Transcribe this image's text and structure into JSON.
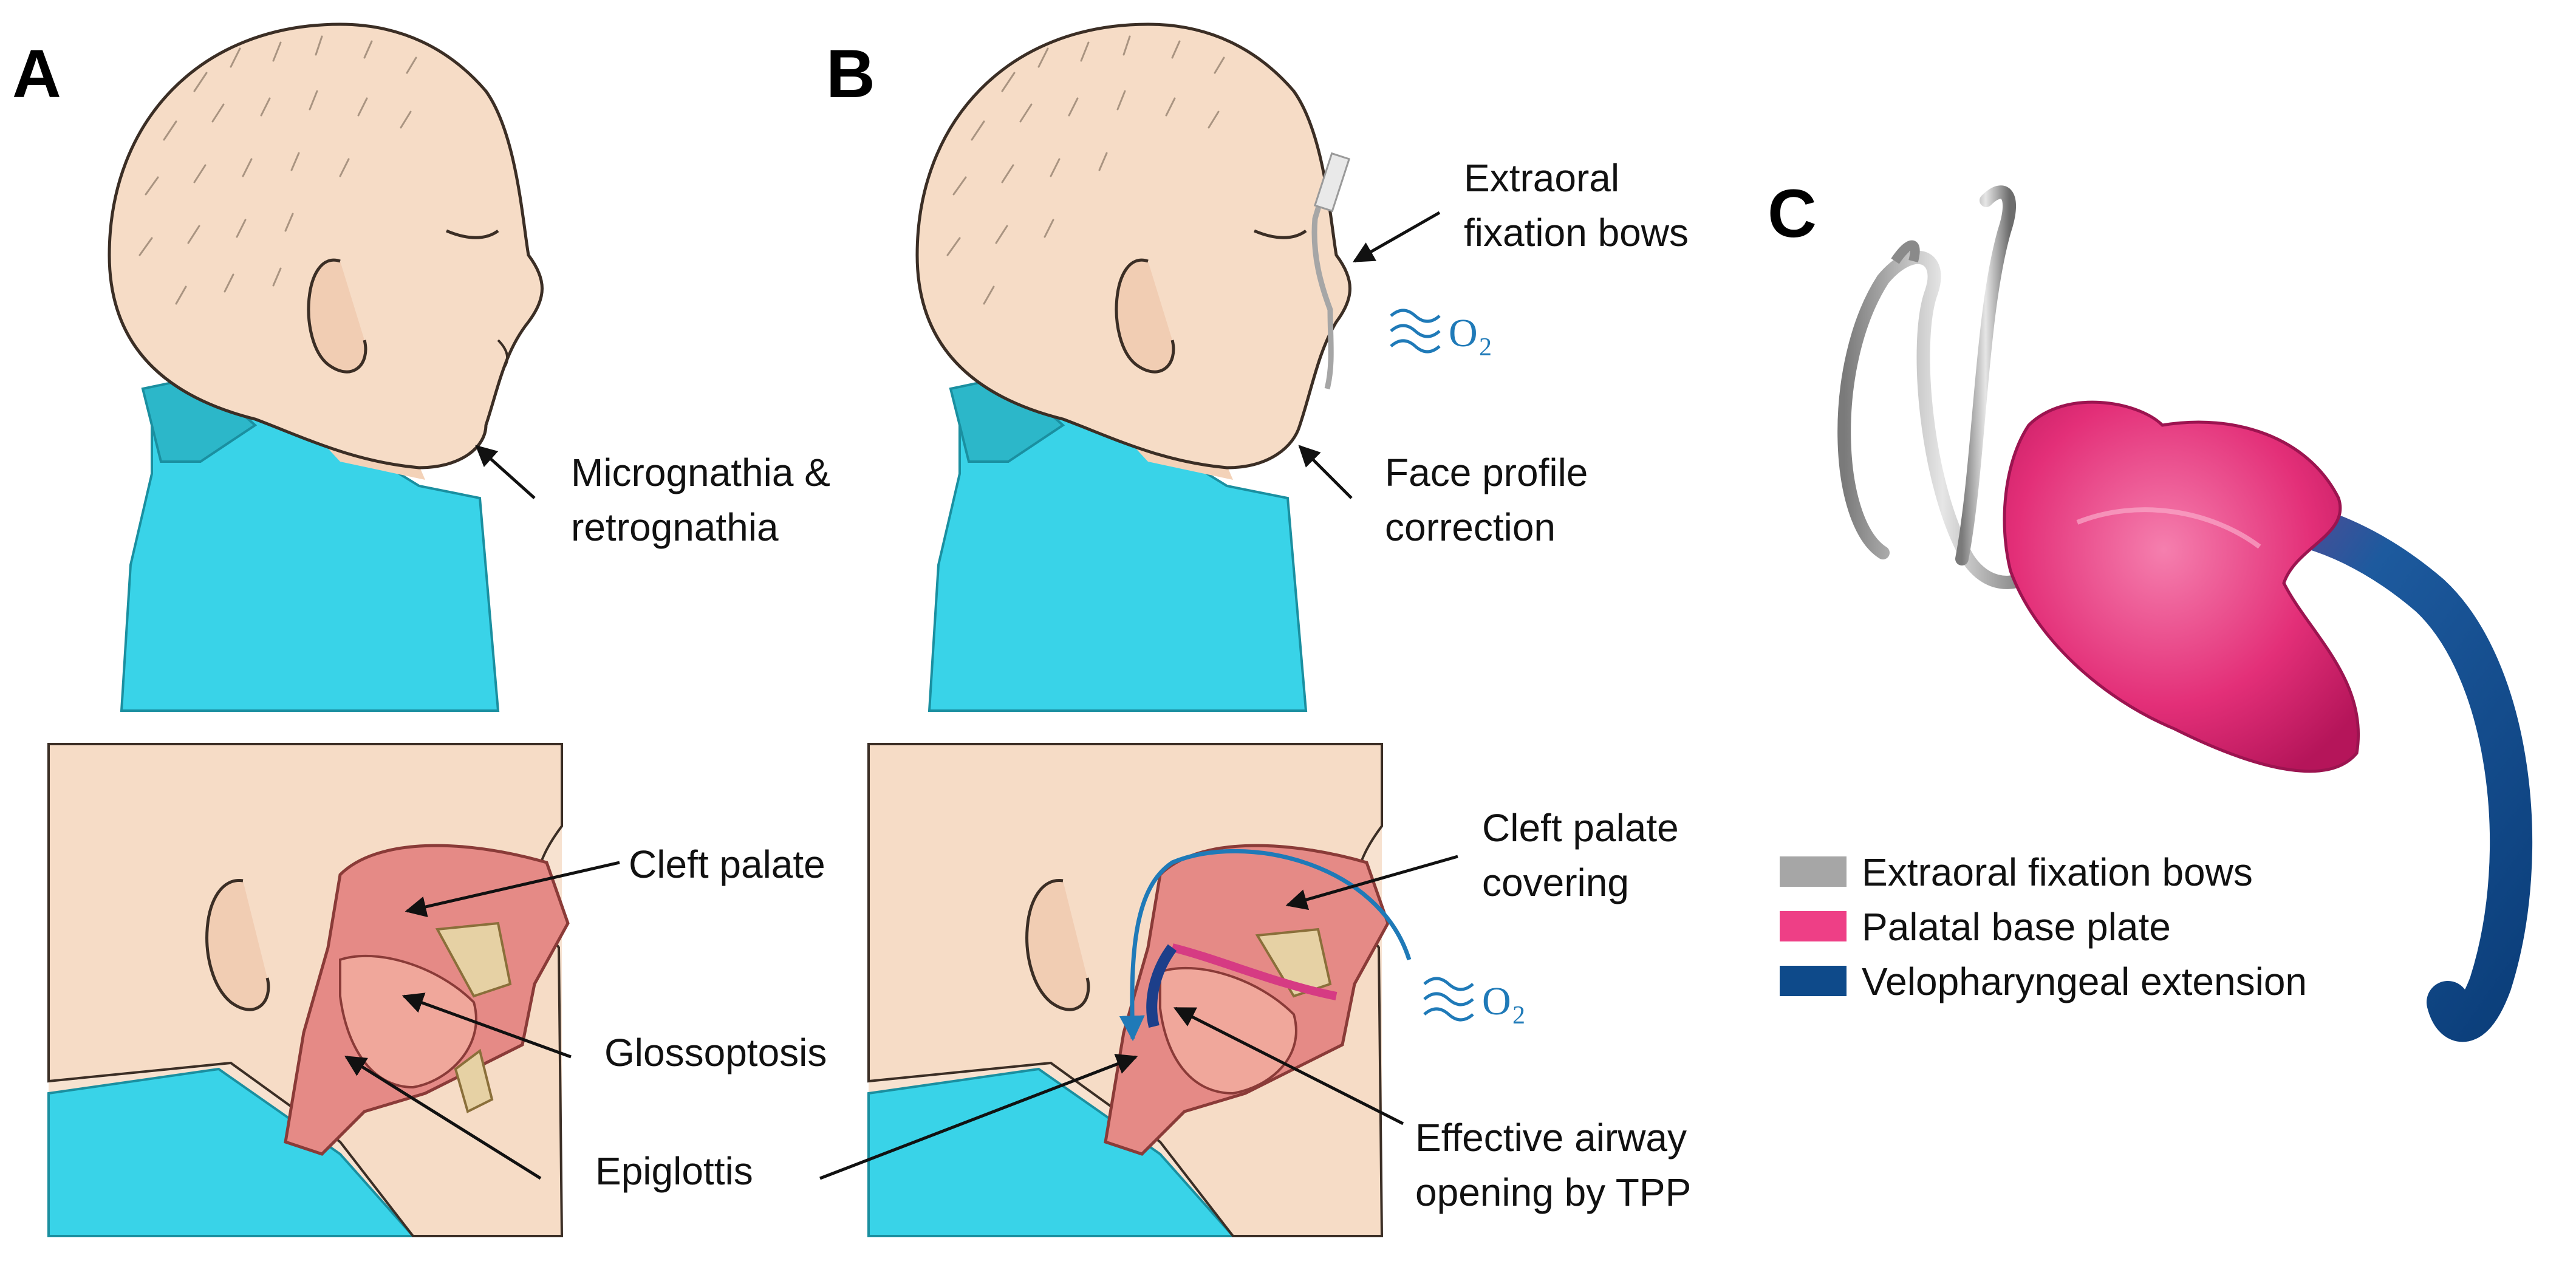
{
  "panels": {
    "a": {
      "letter": "A",
      "top_callout": [
        "Micrognathia &",
        "retrognathia"
      ],
      "bottom_callouts": {
        "cleft_palate": "Cleft palate",
        "glossoptosis": "Glossoptosis",
        "epiglottis": "Epiglottis"
      }
    },
    "b": {
      "letter": "B",
      "top_callouts": {
        "bows": [
          "Extraoral",
          "fixation bows"
        ],
        "profile": [
          "Face profile",
          "correction"
        ]
      },
      "bottom_callouts": {
        "covering": [
          "Cleft palate",
          "covering"
        ],
        "airway": [
          "Effective airway",
          "opening by TPP"
        ]
      },
      "oxygen": {
        "symbol": "O",
        "subscript": "2"
      }
    },
    "c": {
      "letter": "C",
      "legend": [
        {
          "label": "Extraoral fixation bows",
          "color": "#a6a6a6"
        },
        {
          "label": "Palatal base plate",
          "color": "#ee3f86"
        },
        {
          "label": "Velopharyngeal extension",
          "color": "#0e4a8a"
        }
      ]
    }
  },
  "colors": {
    "skin": "#f6dcc6",
    "shirt": "#39d3e8",
    "airway_flow": "#1f7ab8",
    "tissue": "#e58a86"
  }
}
